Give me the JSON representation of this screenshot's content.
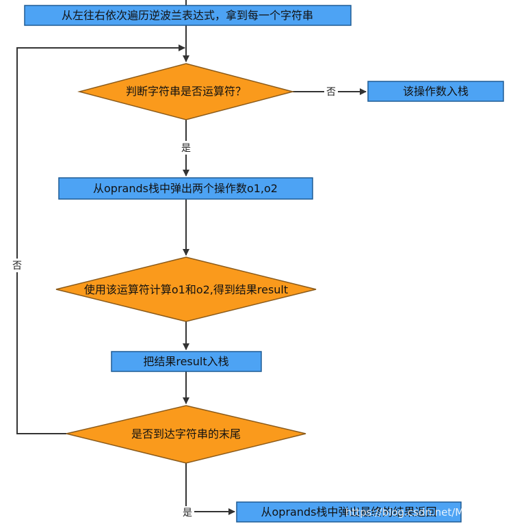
{
  "colors": {
    "process_fill": "#4da3f4",
    "process_stroke": "#1e5b94",
    "decision_fill": "#fa9a1c",
    "decision_stroke": "#8a5a1a",
    "line": "#333333"
  },
  "nodes": {
    "start": "从左往右依次遍历逆波兰表达式，拿到每一个字符串",
    "decision_operator": "判断字符串是否运算符？",
    "push_operand": "该操作数入栈",
    "pop_two": "从oprands栈中弹出两个操作数o1,o2",
    "decision_compute": "使用该运算符计算o1和o2,得到结果result",
    "push_result": "把结果result入栈",
    "decision_end": "是否到达字符串的末尾",
    "final_pop": "从oprands栈中弹出最终的结果返回"
  },
  "edge_labels": {
    "no_operator": "否",
    "yes_operator": "是",
    "no_loop": "否",
    "yes_end": "是"
  },
  "watermark": "https://blog.csdn.net/Moelimoe"
}
